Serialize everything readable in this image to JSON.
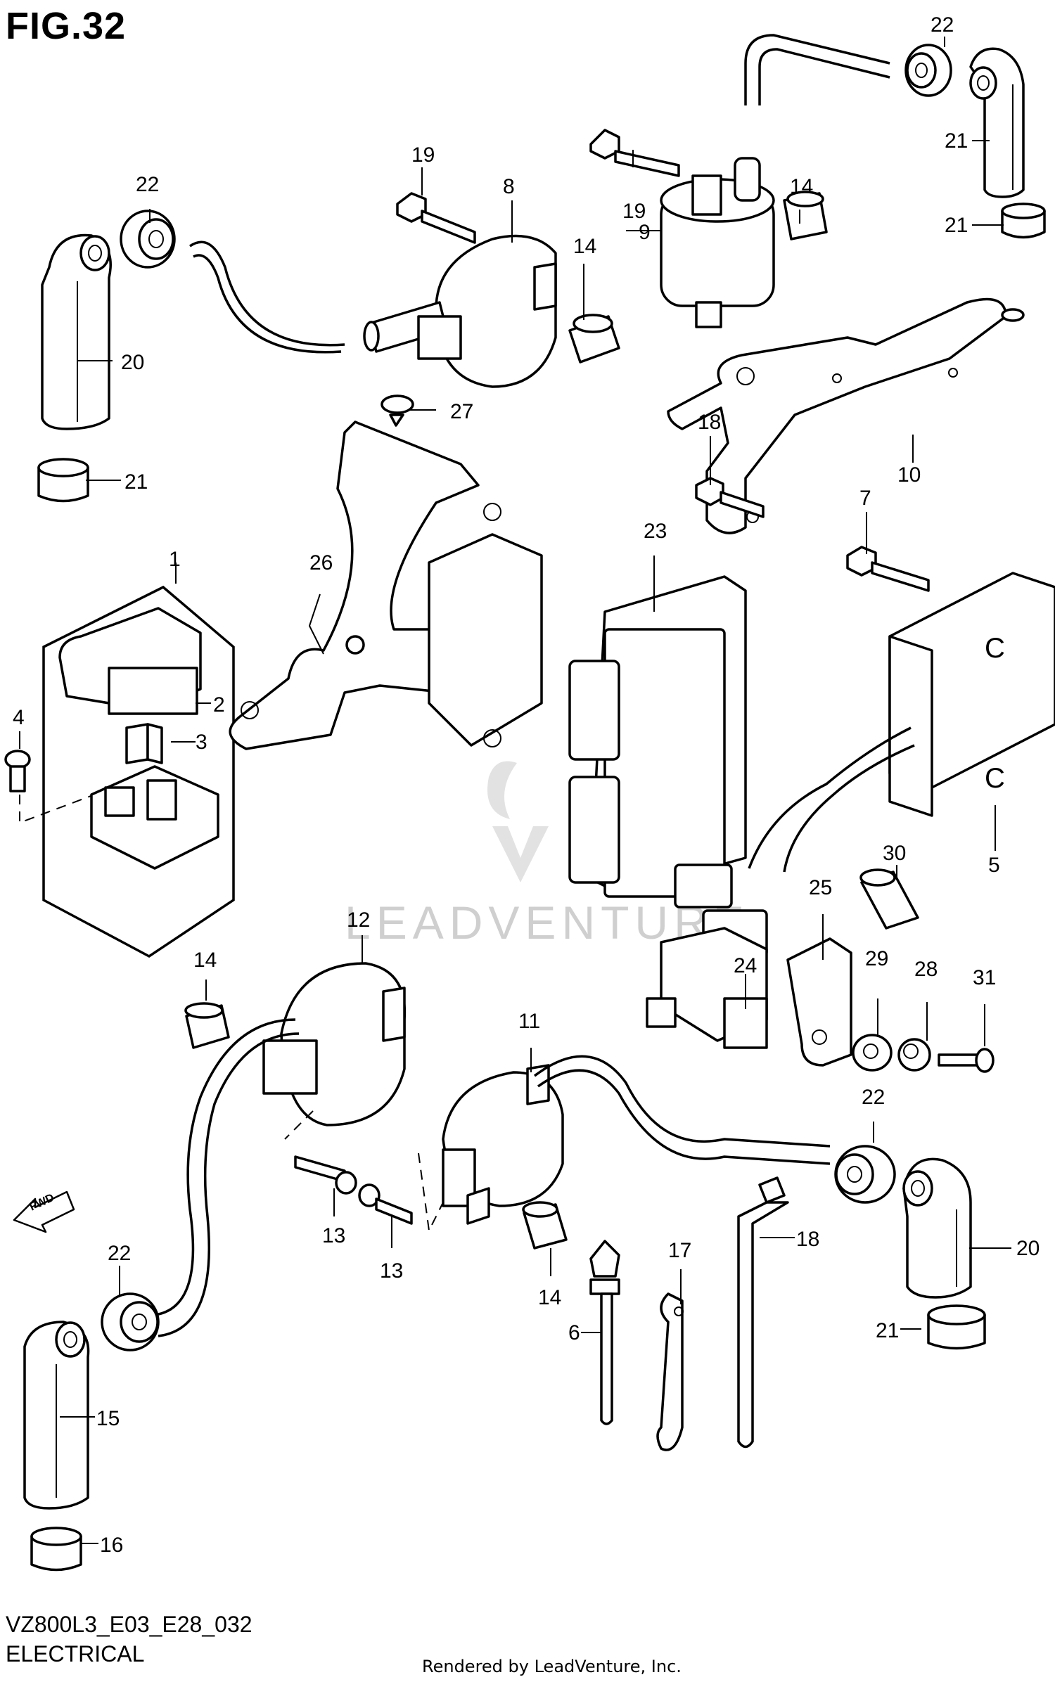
{
  "header": {
    "figure_title": "FIG.32"
  },
  "footer": {
    "diagram_code": "VZ800L3_E03_E28_032",
    "section_name": "ELECTRICAL",
    "credit": "Rendered by LeadVenture, Inc."
  },
  "watermark": {
    "text": "LEADVENTURE"
  },
  "direction_arrow": {
    "label": "FWD"
  },
  "callouts": [
    {
      "id": "c1",
      "number": "1"
    },
    {
      "id": "c2",
      "number": "2"
    },
    {
      "id": "c3",
      "number": "3"
    },
    {
      "id": "c4",
      "number": "4"
    },
    {
      "id": "c5",
      "number": "5"
    },
    {
      "id": "c6",
      "number": "6"
    },
    {
      "id": "c7",
      "number": "7"
    },
    {
      "id": "c8",
      "number": "8"
    },
    {
      "id": "c9",
      "number": "9"
    },
    {
      "id": "c10",
      "number": "10"
    },
    {
      "id": "c11",
      "number": "11"
    },
    {
      "id": "c12",
      "number": "12"
    },
    {
      "id": "c13a",
      "number": "13"
    },
    {
      "id": "c13b",
      "number": "13"
    },
    {
      "id": "c14a",
      "number": "14"
    },
    {
      "id": "c14b",
      "number": "14"
    },
    {
      "id": "c14c",
      "number": "14"
    },
    {
      "id": "c14d",
      "number": "14"
    },
    {
      "id": "c15",
      "number": "15"
    },
    {
      "id": "c16",
      "number": "16"
    },
    {
      "id": "c17",
      "number": "17"
    },
    {
      "id": "c18a",
      "number": "18"
    },
    {
      "id": "c18b",
      "number": "18"
    },
    {
      "id": "c19a",
      "number": "19"
    },
    {
      "id": "c19b",
      "number": "19"
    },
    {
      "id": "c20a",
      "number": "20"
    },
    {
      "id": "c20b",
      "number": "20"
    },
    {
      "id": "c21a",
      "number": "21"
    },
    {
      "id": "c21b",
      "number": "21"
    },
    {
      "id": "c21c",
      "number": "21"
    },
    {
      "id": "c21d",
      "number": "21"
    },
    {
      "id": "c22a",
      "number": "22"
    },
    {
      "id": "c22b",
      "number": "22"
    },
    {
      "id": "c22c",
      "number": "22"
    },
    {
      "id": "c22d",
      "number": "22"
    },
    {
      "id": "c23",
      "number": "23"
    },
    {
      "id": "c24",
      "number": "24"
    },
    {
      "id": "c25",
      "number": "25"
    },
    {
      "id": "c26",
      "number": "26"
    },
    {
      "id": "c27",
      "number": "27"
    },
    {
      "id": "c28",
      "number": "28"
    },
    {
      "id": "c29",
      "number": "29"
    },
    {
      "id": "c30",
      "number": "30"
    },
    {
      "id": "c31",
      "number": "31"
    }
  ]
}
